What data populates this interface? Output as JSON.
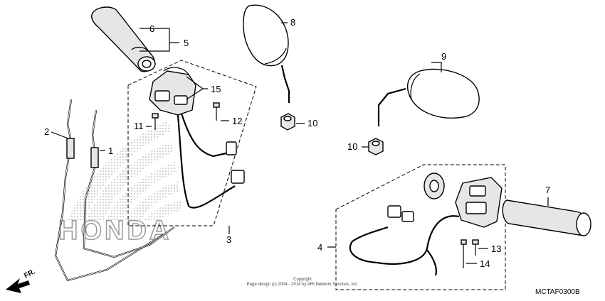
{
  "callouts": {
    "c1": "1",
    "c2": "2",
    "c3": "3",
    "c4": "4",
    "c5": "5",
    "c6": "6",
    "c7": "7",
    "c8": "8",
    "c9": "9",
    "c10a": "10",
    "c10b": "10",
    "c11": "11",
    "c12": "12",
    "c13": "13",
    "c14": "14",
    "c15": "15"
  },
  "watermark": "HONDA",
  "direction": "FR.",
  "copyright_line1": "Copyright",
  "copyright_line2": "Page design (c) 2004 - 2014 by ARI Network Services, Inc.",
  "diagram_code": "MCTAF0300B"
}
